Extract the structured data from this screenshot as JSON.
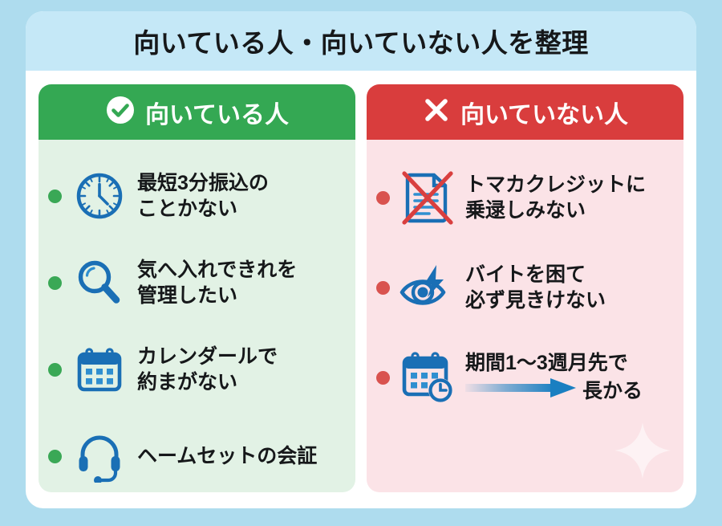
{
  "page": {
    "background_color": "#aedcee",
    "card_color": "#ffffff"
  },
  "header": {
    "title": "向いている人・向いていない人を整理",
    "band_color": "#c5e8f7"
  },
  "columns": [
    {
      "id": "good",
      "header": {
        "label": "向いている人",
        "icon": "check-circle-icon",
        "bar_color": "#34a853",
        "panel_color": "#e2f2e5"
      },
      "bullet_color": "#3aa856",
      "items": [
        {
          "icon": "clock-icon",
          "lines": [
            "最短3分振込の",
            "ことかない"
          ]
        },
        {
          "icon": "magnifier-icon",
          "lines": [
            "気へ入れできれを",
            "管理したい"
          ]
        },
        {
          "icon": "calendar-icon",
          "lines": [
            "カレンダールで",
            "約まがない"
          ]
        },
        {
          "icon": "headset-icon",
          "lines": [
            "ヘームセットの会証"
          ]
        }
      ]
    },
    {
      "id": "bad",
      "header": {
        "label": "向いていない人",
        "icon": "cross-icon",
        "bar_color": "#d93d3d",
        "panel_color": "#fbe3e7"
      },
      "bullet_color": "#d9534f",
      "items": [
        {
          "icon": "document-crossed-out-icon",
          "lines": [
            "トマカクレジットに",
            "乗逯しみない"
          ]
        },
        {
          "icon": "eye-lightning-icon",
          "lines": [
            "バイトを困て",
            "必ず見きけない"
          ]
        },
        {
          "icon": "calendar-clock-icon",
          "lines": [
            "期間1〜3週月先で",
            "長かる"
          ],
          "arrow": {
            "icon": "gradient-arrow-right-icon",
            "color": "#1a7fc1"
          }
        }
      ]
    }
  ],
  "decoration": {
    "sparkle": "sparkle-icon",
    "color": "#ffffff"
  },
  "colors": {
    "icon_blue": "#1a6fb5",
    "icon_blue_light": "#2f8fd0",
    "cross_red": "#d93f3f",
    "text": "#16181a"
  }
}
